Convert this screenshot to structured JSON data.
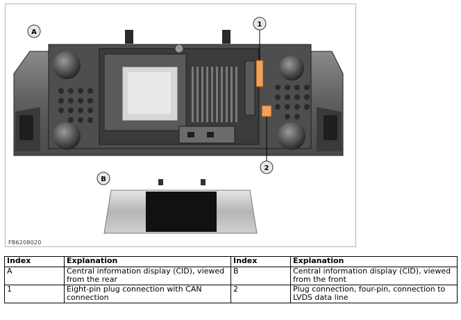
{
  "figure": {
    "id_label": "FB6208020",
    "callouts": {
      "a": "A",
      "b": "B",
      "one": "1",
      "two": "2"
    }
  },
  "legend": {
    "headers": [
      "Index",
      "Explanation",
      "Index",
      "Explanation"
    ],
    "rows": [
      [
        "A",
        "Central information display (CID), viewed from the rear",
        "B",
        "Central information display (CID), viewed from the front"
      ],
      [
        "1",
        "Eight-pin plug connection with CAN connection",
        "2",
        "Plug connection, four-pin, connection to LVDS data line"
      ]
    ]
  },
  "colors": {
    "housing": "#6e6e6e",
    "housing_dark": "#2f2f2f",
    "connector_orange": "#f0a25a",
    "frame_border": "#aab6c3"
  }
}
